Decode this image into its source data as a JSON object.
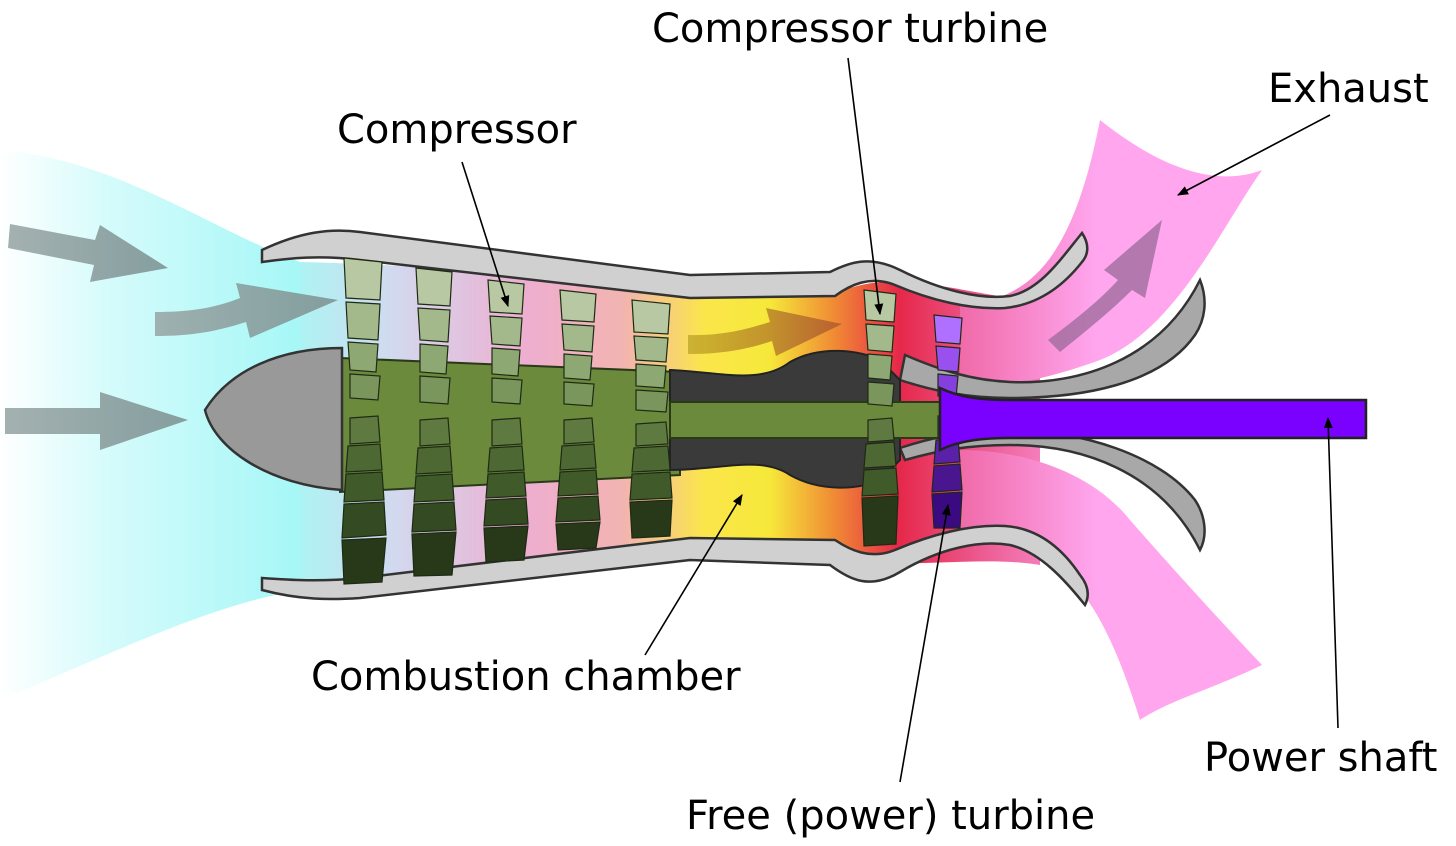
{
  "labels": {
    "compressor": "Compressor",
    "compressor_turbine": "Compressor turbine",
    "exhaust": "Exhaust",
    "combustion_chamber": "Combustion chamber",
    "free_power_turbine": "Free (power) turbine",
    "power_shaft": "Power shaft"
  },
  "colors": {
    "intake_flow": "#a6f7f7",
    "compressor_gas": "#e8a8cc",
    "combustion_gas": "#f6e83a",
    "turbine_gas": "#e0204a",
    "exhaust_gas": "#ffa6ee",
    "spool": "#6b8a3c",
    "power_shaft": "#7a00ff",
    "casing": "#d0d0d0",
    "inner_duct": "#a8a8a8",
    "flow_arrow": "#8aa0a0"
  }
}
